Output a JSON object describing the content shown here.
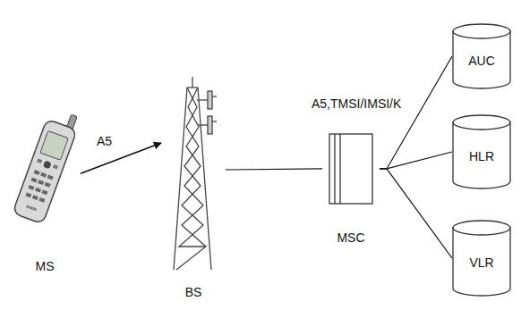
{
  "diagram": {
    "nodes": [
      {
        "text": [
          "MS"
        ]
      },
      {
        "text": [
          "BS"
        ]
      },
      {
        "text": [
          "MSC"
        ]
      },
      {
        "text": [
          "AUC"
        ]
      },
      {
        "text": [
          "HLR"
        ]
      },
      {
        "text": [
          "VLR"
        ]
      }
    ],
    "edges": [
      {
        "from": 0,
        "to": 1,
        "arrow": "to",
        "label": "A5"
      },
      {
        "from": 1,
        "to": 2,
        "arrow": "none"
      },
      {
        "from": 2,
        "to": 3,
        "arrow": "none"
      },
      {
        "from": 2,
        "to": 4,
        "arrow": "none"
      },
      {
        "from": 2,
        "to": 5,
        "arrow": "none"
      }
    ],
    "labels": [
      "A5,TMSI/IMSI/K"
    ]
  }
}
